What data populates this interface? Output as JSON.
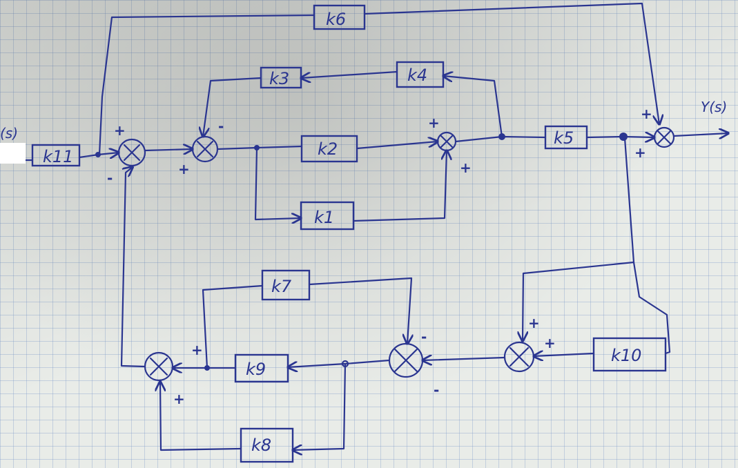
{
  "blocks": {
    "k1": "k1",
    "k2": "k2",
    "k3": "k3",
    "k4": "k4",
    "k5": "k5",
    "k6": "k6",
    "k7": "k7",
    "k8": "k8",
    "k9": "k9",
    "k10": "k10",
    "k11": "k11"
  },
  "output_label": "Y(s)",
  "input_label": "(s)",
  "signs": {
    "plus": "+",
    "minus": "-"
  },
  "sum_symbol": "⊗",
  "colors": {
    "ink": "#2a3590",
    "paper": "#e9ece8",
    "grid": "#7896c8"
  }
}
